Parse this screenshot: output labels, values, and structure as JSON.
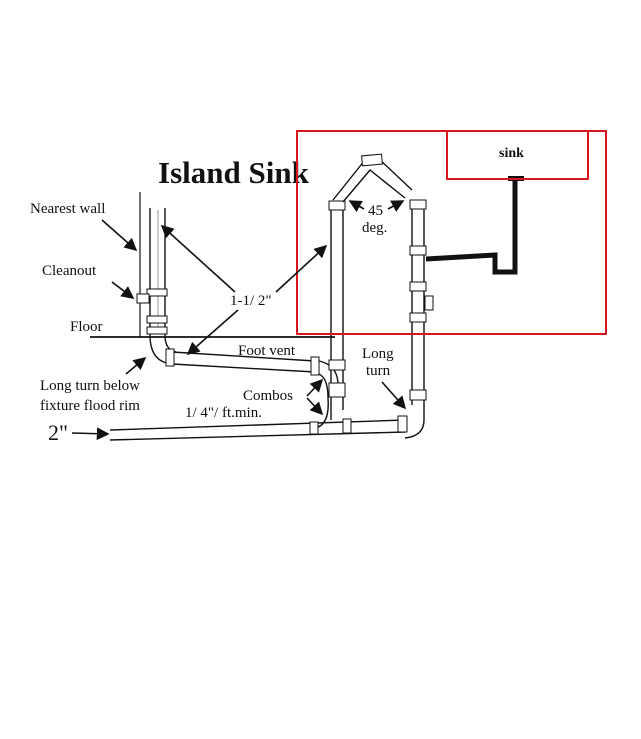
{
  "title": "Island Sink",
  "sink_label": "sink",
  "labels": {
    "nearest_wall": "Nearest wall",
    "cleanout": "Cleanout",
    "floor": "Floor",
    "pipe_size": "1-1/ 2\"",
    "angle_value": "45",
    "angle_unit": "deg.",
    "foot_vent": "Foot vent",
    "long_turn_1": "Long",
    "long_turn_2": "turn",
    "long_turn_below_1": "Long turn below",
    "long_turn_below_2": "fixture flood rim",
    "combos": "Combos",
    "slope": "1/ 4\"/ ft.min.",
    "drain_size": "2\""
  },
  "colors": {
    "highlight": "#d8141c",
    "ink": "#111111"
  }
}
